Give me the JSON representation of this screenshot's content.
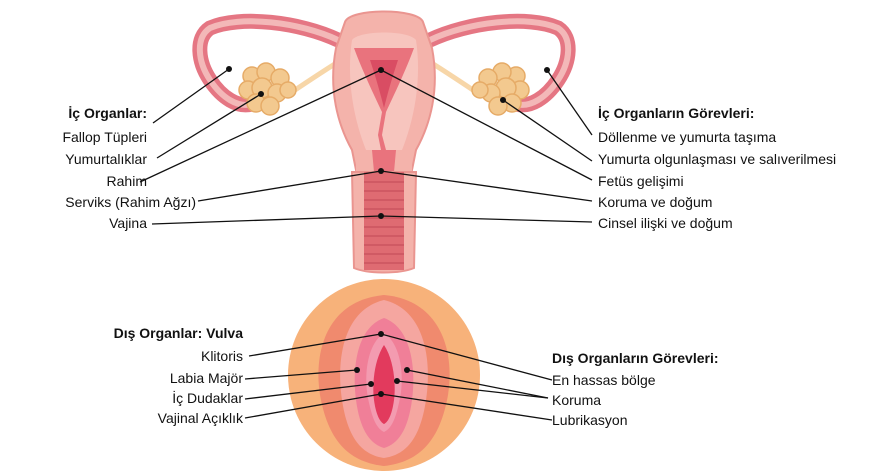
{
  "internal": {
    "heading": "İç Organlar:",
    "items": [
      "Fallop Tüpleri",
      "Yumurtalıklar",
      "Rahim",
      "Serviks (Rahim Ağzı)",
      "Vajina"
    ]
  },
  "internal_functions": {
    "heading": "İç Organların Görevleri:",
    "items": [
      "Döllenme ve yumurta taşıma",
      "Yumurta olgunlaşması ve salıverilmesi",
      "Fetüs gelişimi",
      "Koruma ve doğum",
      "Cinsel ilişki ve doğum"
    ]
  },
  "external": {
    "heading": "Dış Organlar: Vulva",
    "items": [
      "Klitoris",
      "Labia Majör",
      "İç Dudaklar",
      "Vajinal Açıklık"
    ]
  },
  "external_functions": {
    "heading": "Dış Organların Görevleri:",
    "items": [
      "En hassas bölge",
      "Koruma",
      "Lubrikasyon"
    ]
  },
  "colors": {
    "uterus_outer": "#f4b3ab",
    "uterus_inner": "#e9737d",
    "cavity": "#d94d63",
    "ovary": "#f3c98f",
    "vulva_bg": "#f7b27a",
    "vulva_outer": "#f08a6e",
    "vulva_pink": "#f07f98",
    "vulva_core": "#e23a5d"
  }
}
